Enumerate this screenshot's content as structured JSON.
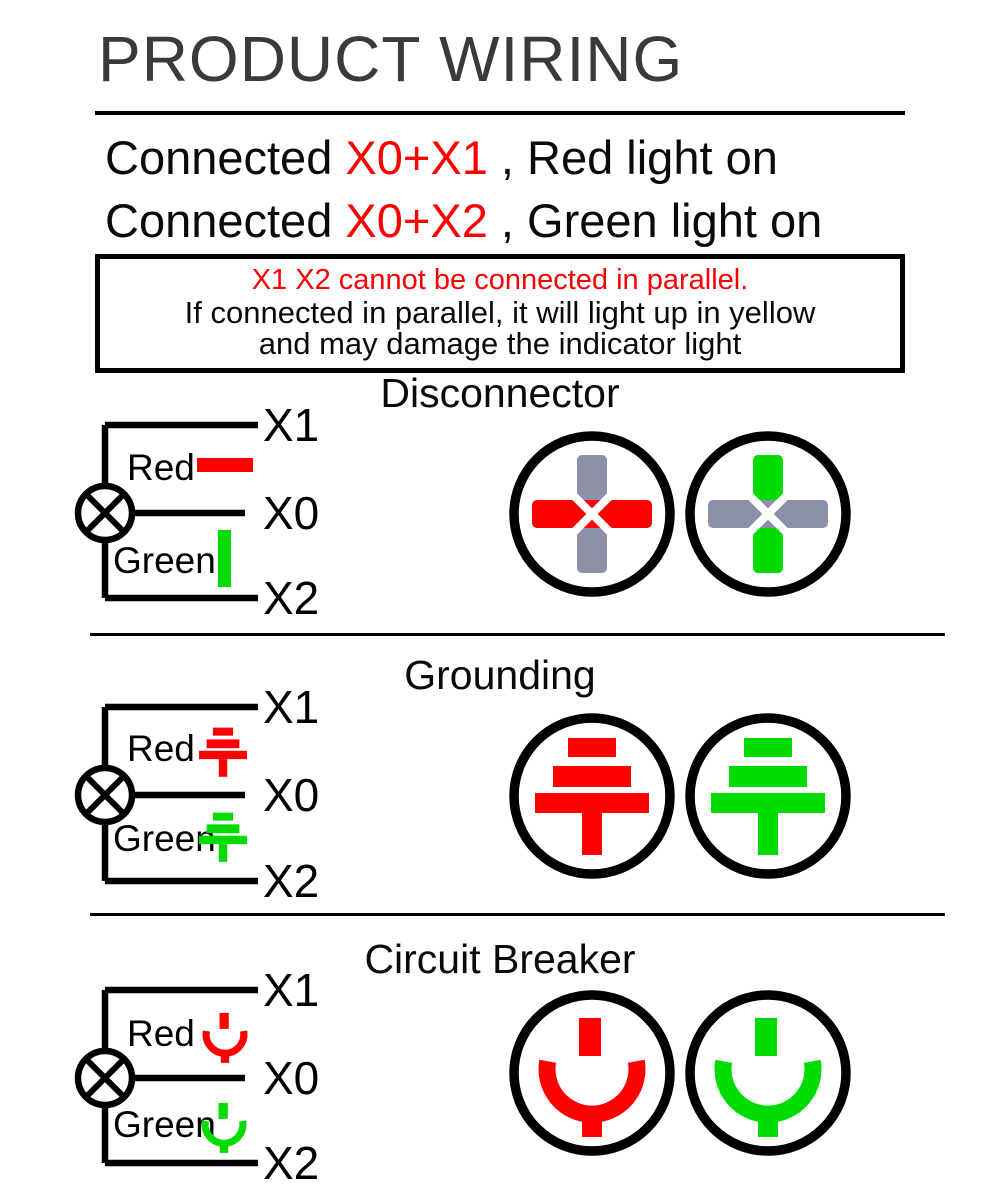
{
  "header": {
    "title": "PRODUCT WIRING"
  },
  "intro": [
    {
      "prefix": "Connected ",
      "terminals": "X0+X1",
      "suffix": " , Red light on"
    },
    {
      "prefix": "Connected ",
      "terminals": "X0+X2",
      "suffix": " , Green light on"
    }
  ],
  "warning": {
    "line1": "X1 X2 cannot be connected in parallel.",
    "line2": "If connected in parallel, it will light up in yellow",
    "line3": "and may damage the indicator light"
  },
  "labels": {
    "x1": "X1",
    "x0": "X0",
    "x2": "X2",
    "red": "Red",
    "green": "Green"
  },
  "sections": [
    {
      "title": "Disconnector"
    },
    {
      "title": "Grounding"
    },
    {
      "title": "Circuit Breaker"
    }
  ],
  "colors": {
    "red": "#fd0000",
    "green": "#00dc00",
    "gray": "#8c91a9",
    "title_gray": "#3a3a3a",
    "black": "#000000"
  }
}
